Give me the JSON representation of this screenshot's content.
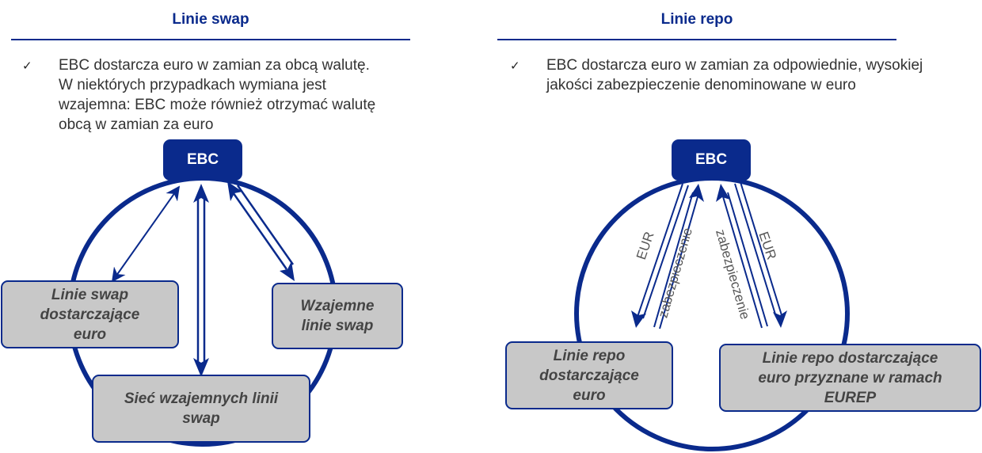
{
  "left": {
    "title": "Linie swap",
    "description": [
      "EBC dostarcza euro w zamian za obcą walutę.",
      "W niektórych przypadkach wymiana jest",
      "wzajemna: EBC może również otrzymać walutę",
      "obcą w zamian za euro"
    ],
    "center": "EBC",
    "nodes": {
      "providing": [
        "Linie swap",
        "dostarczające",
        "euro"
      ],
      "mutual": [
        "Wzajemne",
        "linie swap"
      ],
      "network": [
        "Sieć wzajemnych linii",
        "swap"
      ]
    }
  },
  "right": {
    "title": "Linie repo",
    "description": [
      "EBC dostarcza euro w zamian za odpowiednie, wysokiej",
      "jakości zabezpieczenie denominowane w euro"
    ],
    "center": "EBC",
    "nodes": {
      "providing": [
        "Linie repo",
        "dostarczające",
        "euro"
      ],
      "eurep": [
        "Linie repo dostarczające",
        "euro przyznane w ramach",
        "EUREP"
      ]
    },
    "labels": {
      "eur_left": "EUR",
      "collateral_left": "zabezpieczenie",
      "collateral_right": "zabezpieczenie",
      "eur_right": "EUR"
    }
  },
  "colors": {
    "accent": "#0a2a8c",
    "box_fill": "#c8c8c8",
    "box_text": "#444444"
  },
  "icons": {
    "check": "checkmark-icon"
  }
}
